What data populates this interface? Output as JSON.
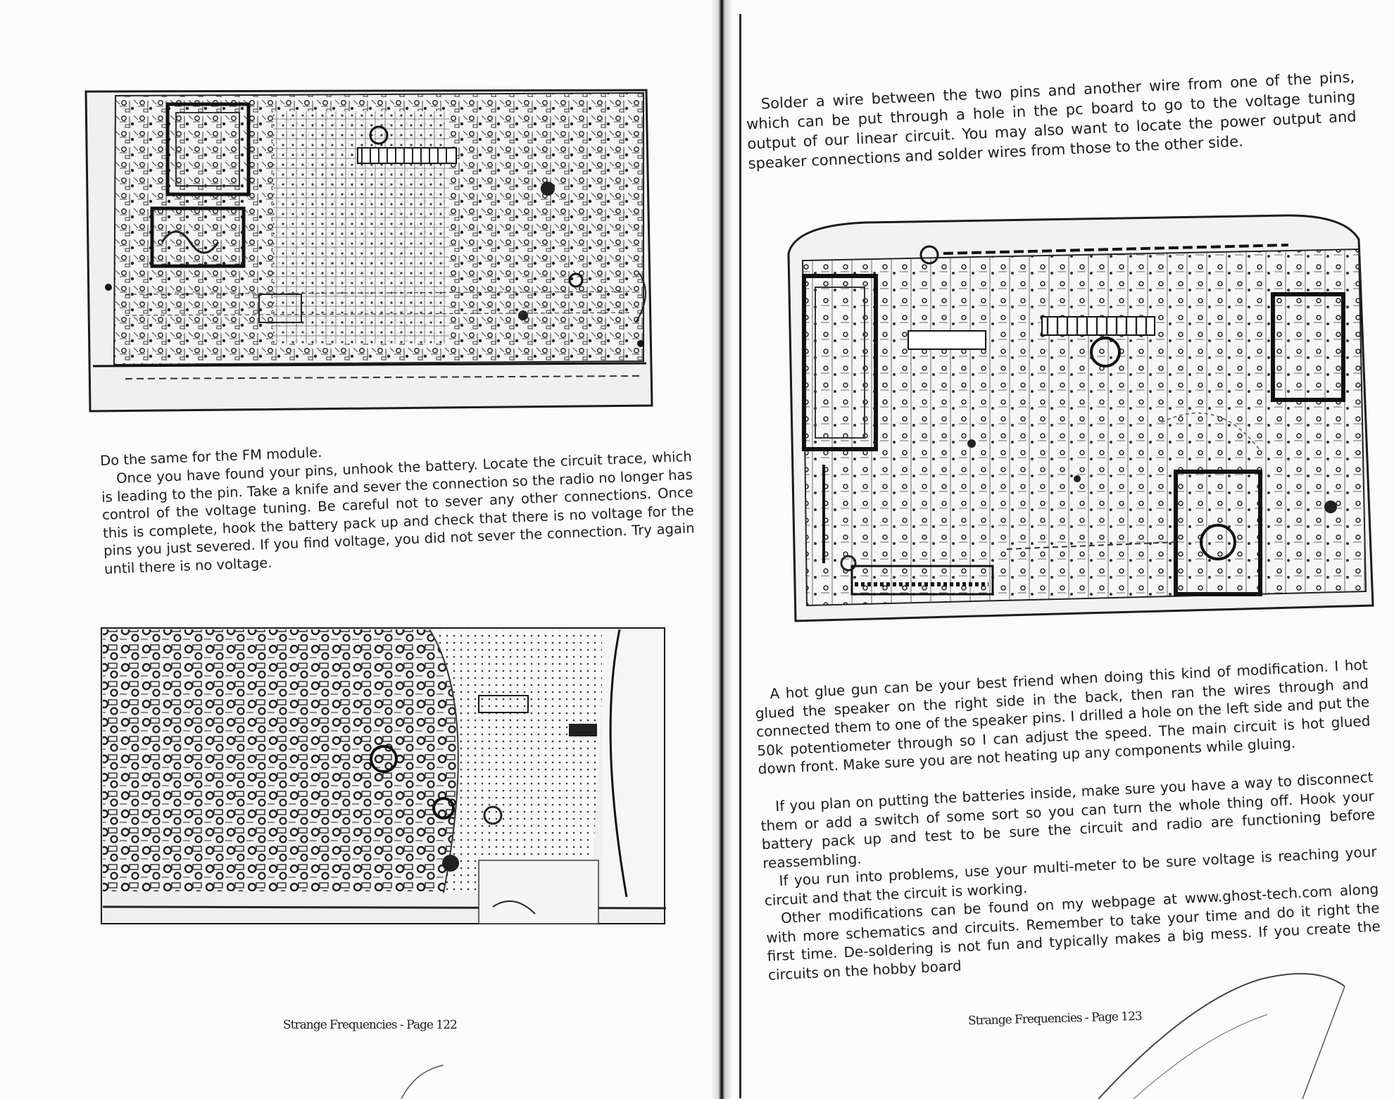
{
  "left_page": {
    "paragraph_1": "Do the same for the FM module.",
    "paragraph_2": "Once you have found your pins, unhook the battery. Locate the circuit trace, which is leading to the pin. Take a knife and sever the connection so the radio no longer has control of the voltage tuning. Be careful not to sever any other connections. Once this is complete, hook the battery pack up and check that there is no voltage for the pins you just severed. If you find voltage, you did not sever the connection. Try again until there is no voltage.",
    "footer": "Strange Frequencies - Page 122"
  },
  "right_page": {
    "intro_paragraph": "Solder a wire between the two pins and another wire from one of the pins, which can be put through a hole in the pc board to go to the voltage tuning output of our linear circuit. You may also want to locate the power output and speaker connections and solder wires from those to the other side.",
    "paragraph_1": "A hot glue gun can be your best friend when doing this kind of modification. I hot glued the speaker on the right side in the back, then ran the wires through and connected them to one of the speaker pins. I drilled a hole on the left side and put the 50k potentiometer through so I can adjust the speed. The main circuit is hot glued down front. Make sure you are not heating up any components while gluing.",
    "paragraph_2": "If you plan on putting the batteries inside, make sure you have a way to disconnect them or add a switch of some sort so you can turn the whole thing off. Hook your battery pack up and test to be sure the circuit and radio are functioning before reassembling.",
    "paragraph_3": "If you run into problems, use your multi-meter to be sure voltage is reaching your circuit and that the circuit is working.",
    "paragraph_4": "Other modifications can be found on my webpage at www.ghost-tech.com along with more schematics and circuits. Remember to take your time and do it right the first time. De-soldering is not fun and typically makes a big mess. If you create the circuits on the hobby board",
    "footer": "Strange Frequencies - Page 123"
  }
}
